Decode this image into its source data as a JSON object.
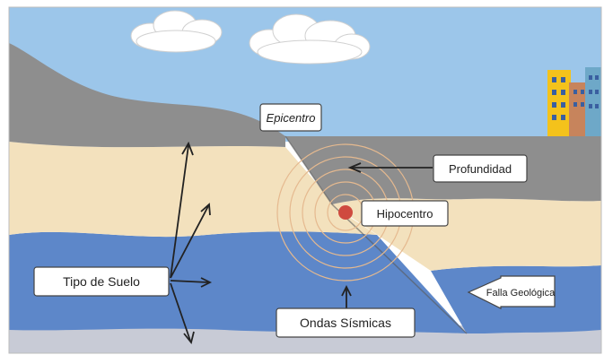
{
  "labels": {
    "epicentro": "Epicentro",
    "profundidad": "Profundidad",
    "hipocentro": "Hipocentro",
    "tipo_suelo": "Tipo de Suelo",
    "falla": "Falla Geológica",
    "ondas": "Ondas Sísmicas"
  },
  "colors": {
    "sky": "#9cc6ea",
    "gray_layer": "#8e8e8e",
    "sand_layer": "#f3e1bd",
    "blue_layer": "#5d87c9",
    "bedrock": "#c8cbd6",
    "building_yellow": "#f4c21b",
    "building_brown": "#c7845c",
    "building_teal": "#6ea8c8",
    "hypocenter": "#cf4a3f",
    "wave_lines": "#e5b98f"
  }
}
